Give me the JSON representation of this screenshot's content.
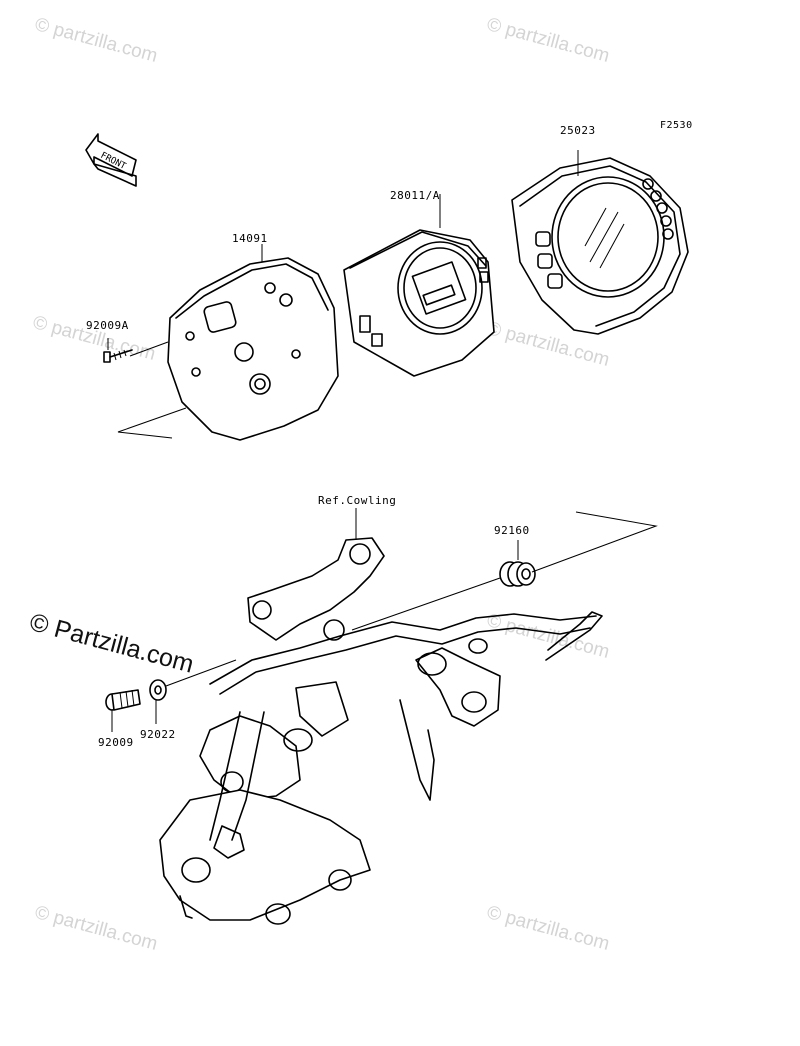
{
  "diagram": {
    "figure_code": "F2530",
    "front_label": "FRONT",
    "ref_label": "Ref.Cowling",
    "parts": {
      "p25023": "25023",
      "p28011": "28011/A",
      "p14091": "14091",
      "p92009A": "92009A",
      "p92160": "92160",
      "p92009": "92009",
      "p92022": "92022"
    }
  },
  "watermarks": {
    "text": "© partzilla.com",
    "main": "© Partzilla.com"
  }
}
